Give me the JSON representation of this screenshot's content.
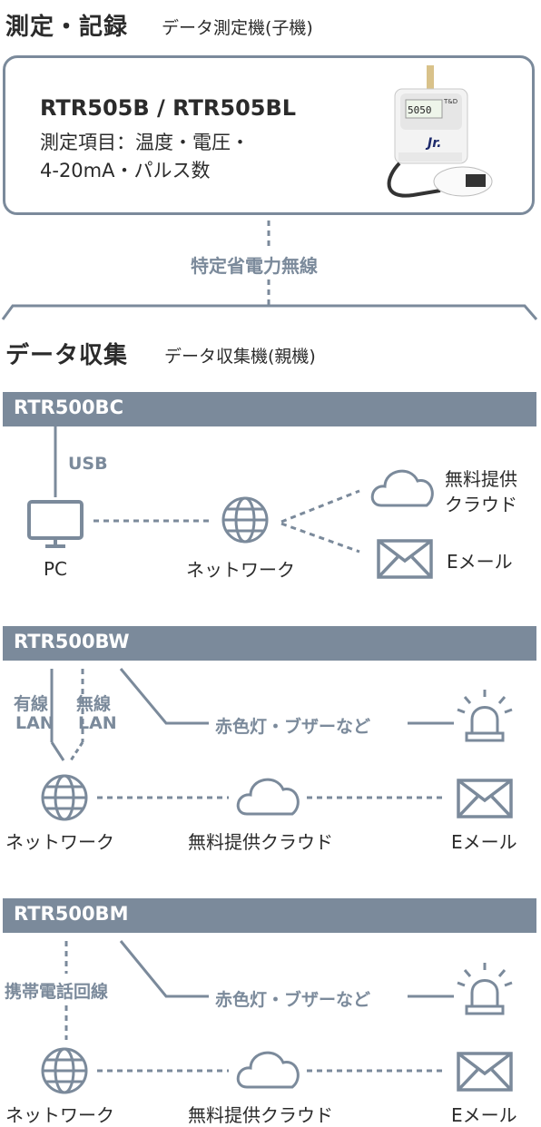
{
  "header": {
    "title": "測定・記録",
    "subtitle": "データ測定機(子機)"
  },
  "device": {
    "model": "RTR505B / RTR505BL",
    "spec_line1": "測定項目：温度・電圧・",
    "spec_line2": "4-20mA・パルス数"
  },
  "wireless_label": "特定省電力無線",
  "collect": {
    "title": "データ収集",
    "subtitle": "データ収集機(親機)"
  },
  "sections": {
    "bc": {
      "name": "RTR500BC",
      "usb": "USB",
      "pc": "PC",
      "network": "ネットワーク",
      "cloud_line1": "無料提供",
      "cloud_line2": "クラウド",
      "email": "Eメール"
    },
    "bw": {
      "name": "RTR500BW",
      "wired_line1": "有線",
      "wired_line2": "LAN",
      "wireless_line1": "無線",
      "wireless_line2": "LAN",
      "alarm": "赤色灯・ブザーなど",
      "network": "ネットワーク",
      "cloud": "無料提供クラウド",
      "email": "Eメール"
    },
    "bm": {
      "name": "RTR500BM",
      "mobile": "携帯電話回線",
      "alarm": "赤色灯・ブザーなど",
      "network": "ネットワーク",
      "cloud": "無料提供クラウド",
      "email": "Eメール"
    }
  },
  "device_image": {
    "brand": "T&D",
    "display": "5050",
    "logo": "Jr."
  }
}
